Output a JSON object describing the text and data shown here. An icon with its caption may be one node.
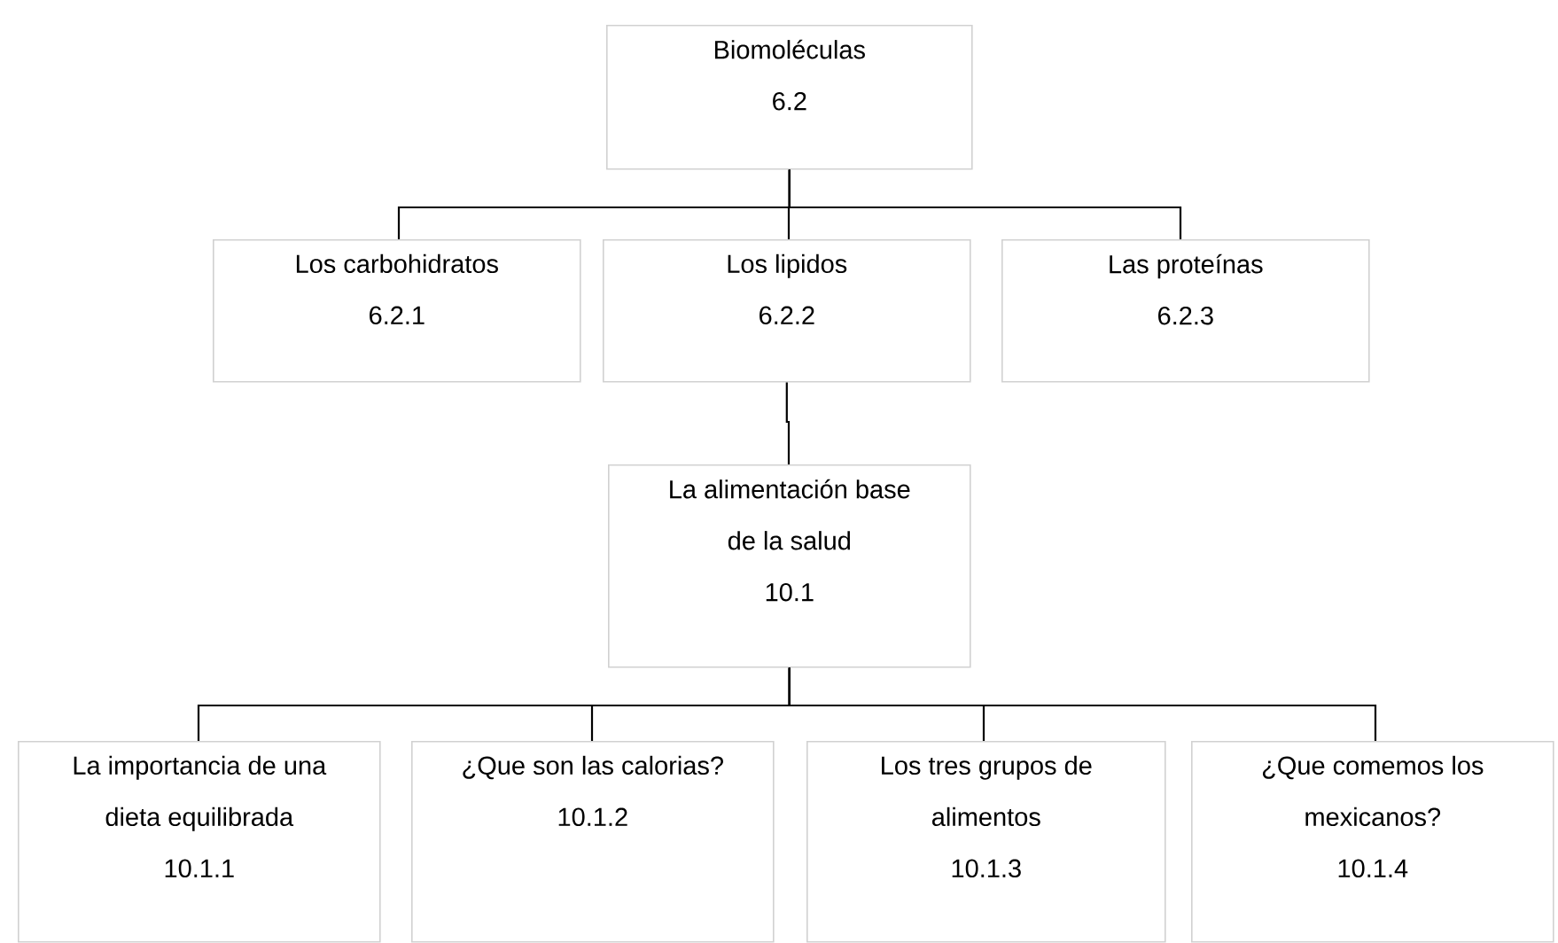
{
  "diagram": {
    "nodes": [
      {
        "text": [
          "Biomoléculas",
          "6.2"
        ]
      },
      {
        "text": [
          "Los carbohidratos",
          "6.2.1"
        ]
      },
      {
        "text": [
          "Los lipidos",
          "6.2.2"
        ]
      },
      {
        "text": [
          "Las proteínas",
          "6.2.3"
        ]
      },
      {
        "text": [
          "La alimentación base de la salud",
          "10.1"
        ]
      },
      {
        "text": [
          "La importancia de una dieta equilibrada",
          "10.1.1"
        ]
      },
      {
        "text": [
          "¿Que son las calorias?",
          "10.1.2"
        ]
      },
      {
        "text": [
          "Los tres grupos de alimentos",
          "10.1.3"
        ]
      },
      {
        "text": [
          "¿Que comemos los mexicanos?",
          "10.1.4"
        ]
      }
    ],
    "edges": [
      {
        "from": 0,
        "to": 1,
        "arrow": "none"
      },
      {
        "from": 0,
        "to": 2,
        "arrow": "none"
      },
      {
        "from": 0,
        "to": 3,
        "arrow": "none"
      },
      {
        "from": 2,
        "to": 4,
        "arrow": "none"
      },
      {
        "from": 4,
        "to": 5,
        "arrow": "none"
      },
      {
        "from": 4,
        "to": 6,
        "arrow": "none"
      },
      {
        "from": 4,
        "to": 7,
        "arrow": "none"
      },
      {
        "from": 4,
        "to": 8,
        "arrow": "none"
      }
    ]
  }
}
